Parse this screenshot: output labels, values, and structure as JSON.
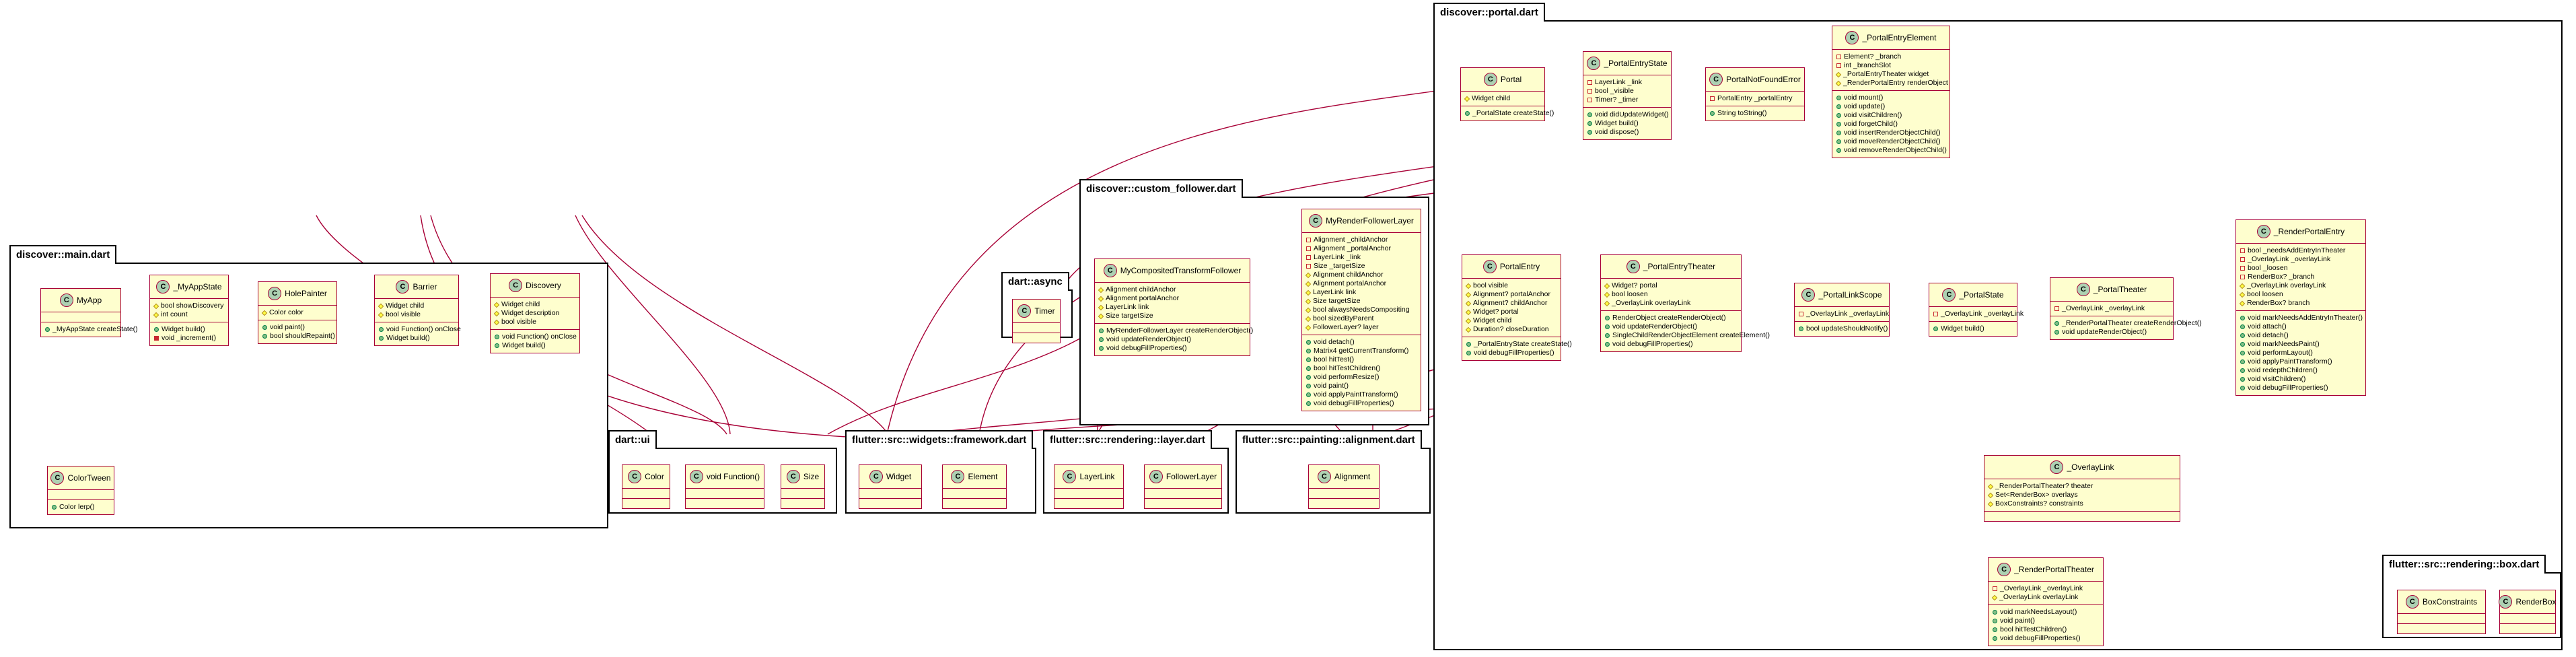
{
  "packages": {
    "main": "discover::main.dart",
    "portal": "discover::portal.dart",
    "custom_follower": "discover::custom_follower.dart",
    "async": "dart::async",
    "ui": "dart::ui",
    "widgets_framework": "flutter::src::widgets::framework.dart",
    "rendering_layer": "flutter::src::rendering::layer.dart",
    "painting_alignment": "flutter::src::painting::alignment.dart",
    "rendering_box": "flutter::src::rendering::box.dart"
  },
  "classes": {
    "MyApp": {
      "name": "MyApp",
      "fields": [],
      "methods": [
        "_MyAppState createState()"
      ]
    },
    "MyAppState": {
      "name": "_MyAppState",
      "fields": [
        "bool showDiscovery",
        "int count"
      ],
      "methods": [
        "Widget build()",
        "void _increment()"
      ]
    },
    "HolePainter": {
      "name": "HolePainter",
      "fields": [
        "Color color"
      ],
      "methods": [
        "void paint()",
        "bool shouldRepaint()"
      ]
    },
    "Barrier": {
      "name": "Barrier",
      "fields": [
        "Widget child",
        "bool visible"
      ],
      "methods": [
        "void Function() onClose",
        "Widget build()"
      ]
    },
    "Discovery": {
      "name": "Discovery",
      "fields": [
        "Widget child",
        "Widget description",
        "bool visible"
      ],
      "methods": [
        "void Function() onClose",
        "Widget build()"
      ]
    },
    "ColorTween": {
      "name": "ColorTween",
      "fields": [],
      "methods": [
        "Color lerp()"
      ]
    },
    "Color": {
      "name": "Color"
    },
    "VoidFunction": {
      "name": "void Function()"
    },
    "Size": {
      "name": "Size"
    },
    "Widget": {
      "name": "Widget"
    },
    "Element": {
      "name": "Element"
    },
    "Timer": {
      "name": "Timer"
    },
    "LayerLink": {
      "name": "LayerLink"
    },
    "FollowerLayer": {
      "name": "FollowerLayer"
    },
    "Alignment": {
      "name": "Alignment"
    },
    "MyCompositedTransformFollower": {
      "name": "MyCompositedTransformFollower",
      "fields": [
        "Alignment childAnchor",
        "Alignment portalAnchor",
        "LayerLink link",
        "Size targetSize"
      ],
      "methods": [
        "MyRenderFollowerLayer createRenderObject()",
        "void updateRenderObject()",
        "void debugFillProperties()"
      ]
    },
    "MyRenderFollowerLayer": {
      "name": "MyRenderFollowerLayer",
      "fields": [
        "Alignment _childAnchor",
        "Alignment _portalAnchor",
        "LayerLink _link",
        "Size _targetSize",
        "Alignment childAnchor",
        "Alignment portalAnchor",
        "LayerLink link",
        "Size targetSize",
        "bool alwaysNeedsCompositing",
        "bool sizedByParent",
        "FollowerLayer? layer"
      ],
      "methods": [
        "void detach()",
        "Matrix4 getCurrentTransform()",
        "bool hitTest()",
        "bool hitTestChildren()",
        "void performResize()",
        "void paint()",
        "void applyPaintTransform()",
        "void debugFillProperties()"
      ]
    },
    "Portal": {
      "name": "Portal",
      "fields": [
        "Widget child"
      ],
      "methods": [
        "_PortalState createState()"
      ]
    },
    "PortalEntryState": {
      "name": "_PortalEntryState",
      "fields": [
        "LayerLink _link",
        "bool _visible",
        "Timer? _timer"
      ],
      "methods": [
        "void didUpdateWidget()",
        "Widget build()",
        "void dispose()"
      ]
    },
    "PortalNotFoundError": {
      "name": "PortalNotFoundError",
      "fields": [
        "PortalEntry _portalEntry"
      ],
      "methods": [
        "String toString()"
      ]
    },
    "PortalEntryElement": {
      "name": "_PortalEntryElement",
      "fields": [
        "Element? _branch",
        "int _branchSlot",
        "_PortalEntryTheater widget",
        "_RenderPortalEntry renderObject"
      ],
      "methods": [
        "void mount()",
        "void update()",
        "void visitChildren()",
        "void forgetChild()",
        "void insertRenderObjectChild()",
        "void moveRenderObjectChild()",
        "void removeRenderObjectChild()"
      ]
    },
    "PortalEntry": {
      "name": "PortalEntry",
      "fields": [
        "bool visible",
        "Alignment? portalAnchor",
        "Alignment? childAnchor",
        "Widget? portal",
        "Widget child",
        "Duration? closeDuration"
      ],
      "methods": [
        "_PortalEntryState createState()",
        "void debugFillProperties()"
      ]
    },
    "PortalEntryTheater": {
      "name": "_PortalEntryTheater",
      "fields": [
        "Widget? portal",
        "bool loosen",
        "_OverlayLink overlayLink"
      ],
      "methods": [
        "RenderObject createRenderObject()",
        "void updateRenderObject()",
        "SingleChildRenderObjectElement createElement()",
        "void debugFillProperties()"
      ]
    },
    "PortalLinkScope": {
      "name": "_PortalLinkScope",
      "fields": [
        "_OverlayLink _overlayLink"
      ],
      "methods": [
        "bool updateShouldNotify()"
      ]
    },
    "PortalState": {
      "name": "_PortalState",
      "fields": [
        "_OverlayLink _overlayLink"
      ],
      "methods": [
        "Widget build()"
      ]
    },
    "PortalTheater": {
      "name": "_PortalTheater",
      "fields": [
        "_OverlayLink _overlayLink"
      ],
      "methods": [
        "_RenderPortalTheater createRenderObject()",
        "void updateRenderObject()"
      ]
    },
    "RenderPortalEntry": {
      "name": "_RenderPortalEntry",
      "fields": [
        "bool _needsAddEntryInTheater",
        "_OverlayLink _overlayLink",
        "bool _loosen",
        "RenderBox? _branch",
        "_OverlayLink overlayLink",
        "bool loosen",
        "RenderBox? branch"
      ],
      "methods": [
        "void markNeedsAddEntryInTheater()",
        "void attach()",
        "void detach()",
        "void markNeedsPaint()",
        "void performLayout()",
        "void applyPaintTransform()",
        "void redepthChildren()",
        "void visitChildren()",
        "void debugFillProperties()"
      ]
    },
    "OverlayLink": {
      "name": "_OverlayLink",
      "fields": [
        "_RenderPortalTheater? theater",
        "Set<RenderBox> overlays",
        "BoxConstraints? constraints"
      ],
      "methods": []
    },
    "RenderPortalTheater": {
      "name": "_RenderPortalTheater",
      "fields": [
        "_OverlayLink _overlayLink",
        "_OverlayLink overlayLink"
      ],
      "methods": [
        "void markNeedsLayout()",
        "void paint()",
        "bool hitTestChildren()",
        "void debugFillProperties()"
      ]
    },
    "BoxConstraints": {
      "name": "BoxConstraints"
    },
    "RenderBox": {
      "name": "RenderBox"
    }
  },
  "colors": {
    "class_fill": "#FEFECE",
    "class_border": "#A80036",
    "class_badge": "#ADD1B2",
    "edge": "#A80036",
    "package_border": "#000000"
  }
}
